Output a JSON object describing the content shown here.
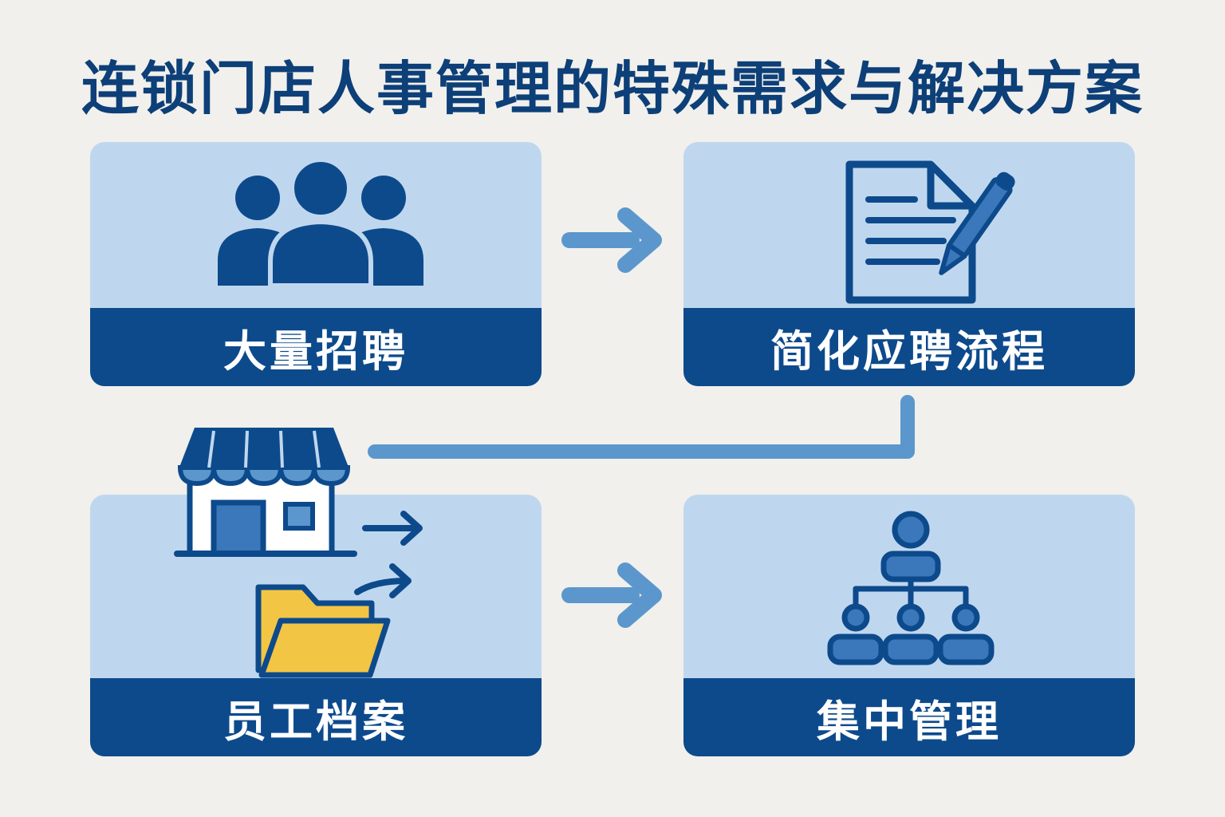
{
  "title": "连锁门店人事管理的特殊需求与解决方案",
  "cards": [
    {
      "label": "大量招聘",
      "icon": "people-group-icon"
    },
    {
      "label": "简化应聘流程",
      "icon": "document-pen-icon"
    },
    {
      "label": "员工档案",
      "icon": "store-folder-icon"
    },
    {
      "label": "集中管理",
      "icon": "org-chart-icon"
    }
  ],
  "colors": {
    "navy": "#0d4a8c",
    "light_blue": "#bfd7ee",
    "arrow_blue": "#5b97cc",
    "folder_yellow": "#f3c544",
    "background": "#f1f0ec"
  }
}
